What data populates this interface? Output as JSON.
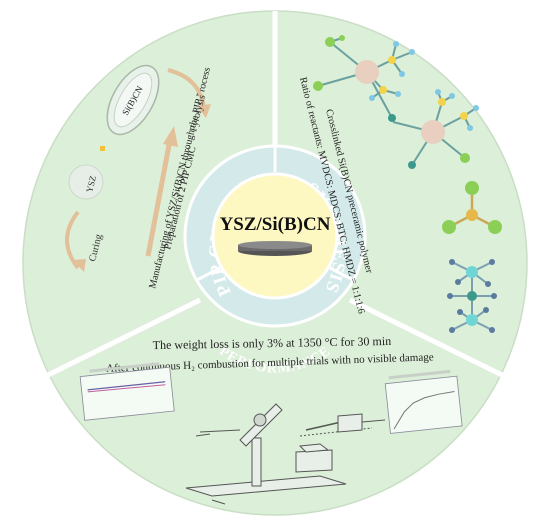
{
  "center": {
    "title": "YSZ/Si(B)CN"
  },
  "ring": {
    "left_label": "PIP CYCLES",
    "right_label": "SYNTHESIS",
    "bottom_label": "PERFORMANCE"
  },
  "left_sector": {
    "line1": "Manufacturing of YSZ/Si(B)CN through the PIP Process",
    "line2": "Preparation of 2 PIP CMC",
    "label_ysz": "YSZ",
    "label_sibcn": "Si(B)CN",
    "label_pyrolysis": "Pyrolysis",
    "label_curing": "Curing"
  },
  "right_sector": {
    "line1": "Ratio of reactants: MVDCS: MDCS: BTC: HMDZ = 1:1:1:6",
    "line2": "Crosslinked Si(B)CN preceramic polymer"
  },
  "bottom_sector": {
    "line1": "The weight loss is only 3% at 1350 °C for 30 min",
    "line2": "After continuous H₂ combustion for multiple trials with no visible damage"
  },
  "colors": {
    "outer_fill": "#dcefd8",
    "inner_ring": "#d4eaea",
    "ring_text": "#ffffff",
    "center_fill": "#fdf8c2",
    "disk": "#555555",
    "arrow": "#e2c09a",
    "atom_large": "#e8cfc0",
    "atom_yellow": "#f3d34a",
    "atom_green": "#8ccf57",
    "atom_teal": "#3c9a8c",
    "atom_cyan": "#6fd5d5",
    "bond": "#6aa0a0"
  }
}
